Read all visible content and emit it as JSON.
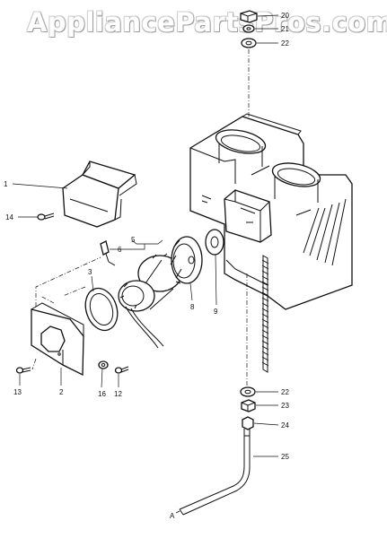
{
  "watermark": "AppliancePartsPros.com",
  "callouts": {
    "c1": "1",
    "c2": "2",
    "c3": "3",
    "c5": "5",
    "c6": "6",
    "c8": "8",
    "c9": "9",
    "c12": "12",
    "c13": "13",
    "c14": "14",
    "c16": "16",
    "c20": "20",
    "c21": "21",
    "c22a": "22",
    "c22b": "22",
    "c23": "23",
    "c24": "24",
    "c25": "25",
    "cA": "A"
  }
}
